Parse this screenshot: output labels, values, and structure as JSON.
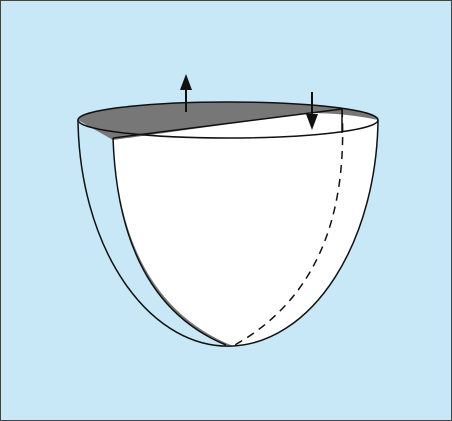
{
  "figure": {
    "background_color": "#c8e8f8",
    "border_color": "#444444",
    "shell_shadow_color": "#777777",
    "shell_light_color": "#ffffff",
    "outline_color": "#111111",
    "arrow_up": {
      "direction": "up",
      "icon": "arrow-up-icon"
    },
    "arrow_down": {
      "direction": "down",
      "icon": "arrow-down-icon"
    },
    "hidden_edge_style": "dashed"
  }
}
